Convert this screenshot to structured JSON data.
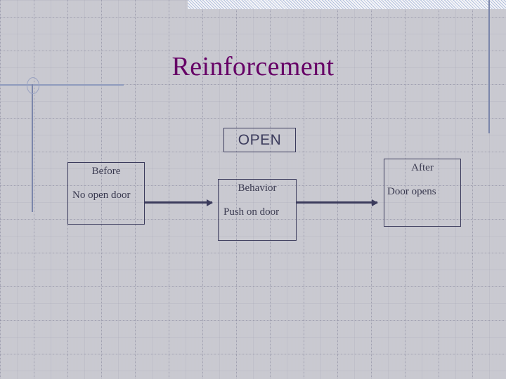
{
  "slide": {
    "title": "Reinforcement",
    "title_color": "#660066",
    "background_color": "#ffffff",
    "grid_color": "#8c8ca0",
    "accent_line_color": "#7b86ab",
    "box_border_color": "#3b3b5c",
    "box_text_color": "#39394f"
  },
  "decorations": {
    "top_band_name": "hatched-header-band",
    "horizontal_rule_name": "decorative-horizontal-rule",
    "vertical_rule_name": "decorative-vertical-rule",
    "circle_name": "decorative-circle",
    "right_rule_name": "decorative-right-vertical-rule"
  },
  "callout": {
    "label": "OPEN"
  },
  "diagram": {
    "type": "three-term-contingency",
    "boxes": [
      {
        "id": "before",
        "title": "Before",
        "body": "No open door"
      },
      {
        "id": "behavior",
        "title": "Behavior",
        "body": "Push on door"
      },
      {
        "id": "after",
        "title": "After",
        "body": "Door opens"
      }
    ],
    "arrows": [
      {
        "id": "arrow-before-to-behavior",
        "from": "before",
        "to": "behavior",
        "direction": "right"
      },
      {
        "id": "arrow-behavior-to-after",
        "from": "behavior",
        "to": "after",
        "direction": "right"
      }
    ]
  }
}
